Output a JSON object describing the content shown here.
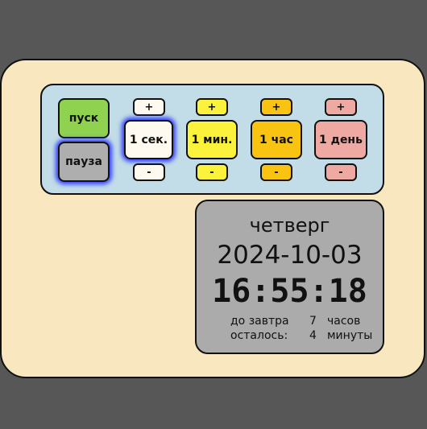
{
  "controls": {
    "start_label": "пуск",
    "pause_label": "пауза"
  },
  "units": [
    {
      "label": "1 сек.",
      "plus": "+",
      "minus": "-",
      "color": "#fffaf0",
      "selected": true
    },
    {
      "label": "1 мин.",
      "plus": "+",
      "minus": "-",
      "color": "#fbf23c",
      "selected": false
    },
    {
      "label": "1 час",
      "plus": "+",
      "minus": "-",
      "color": "#f9c311",
      "selected": false
    },
    {
      "label": "1 день",
      "plus": "+",
      "minus": "-",
      "color": "#eeaaa2",
      "selected": false
    }
  ],
  "display": {
    "weekday": "четверг",
    "date": "2024-10-03",
    "time": "16:55:18",
    "remaining_label_line1": "до завтра",
    "remaining_label_line2": "осталось:",
    "hours_value": "7",
    "hours_unit": "часов",
    "minutes_value": "4",
    "minutes_unit": "минуты"
  },
  "colors": {
    "background": "#575757",
    "device": "#f9e8bf",
    "panel": "#c2dde7",
    "display": "#ababab",
    "start": "#8fd24f",
    "pause": "#aeaeae",
    "highlight_glow": "#2f3cff"
  }
}
